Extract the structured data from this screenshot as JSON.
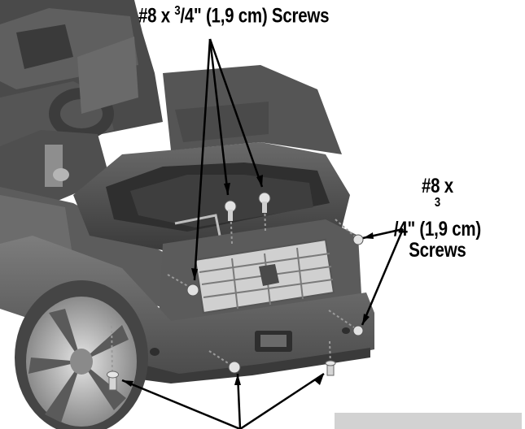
{
  "callouts": {
    "top": {
      "prefix": "#8 x ",
      "fraction_num": "3",
      "fraction_rest": "/4\" (1,9 cm) Screws"
    },
    "right": {
      "line1_prefix": "#8 x ",
      "line1_num": "3",
      "line1_rest": "/4\" (1,9 cm)",
      "line2": "Screws"
    }
  },
  "colors": {
    "body_dark": "#3f3f3f",
    "body_mid": "#5a5a5a",
    "body_light": "#7a7a7a",
    "tire": "#4a4a4a",
    "screw": "#d8d8d8",
    "leader": "#000000",
    "inset": "#d2d2d2"
  }
}
